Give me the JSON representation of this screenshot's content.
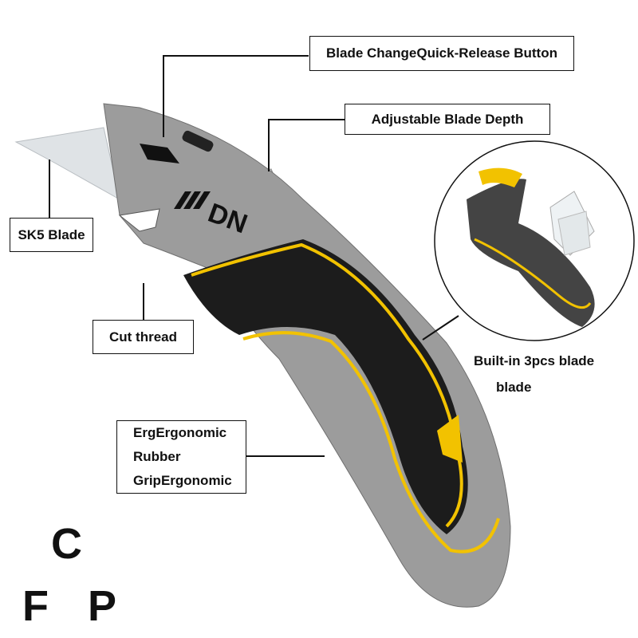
{
  "labels": {
    "quick_release": "Blade ChangeQuick-Release Button",
    "blade_depth": "Adjustable Blade Depth",
    "sk5_blade": "SK5 Blade",
    "cut_thread": "Cut thread",
    "grip_lines": [
      "ErgErgonomic",
      "Rubber",
      "GripErgonomic"
    ],
    "built_in_line1": "Built-in 3pcs blade",
    "built_in_line2": "blade"
  },
  "logo_text": "DN",
  "corner_letters": {
    "c": "C",
    "f": "F",
    "p": "P"
  },
  "colors": {
    "grip": "#1a1a1a",
    "accent": "#f2c200",
    "body": "#9a9a9a",
    "blade": "#dfe3e6"
  }
}
